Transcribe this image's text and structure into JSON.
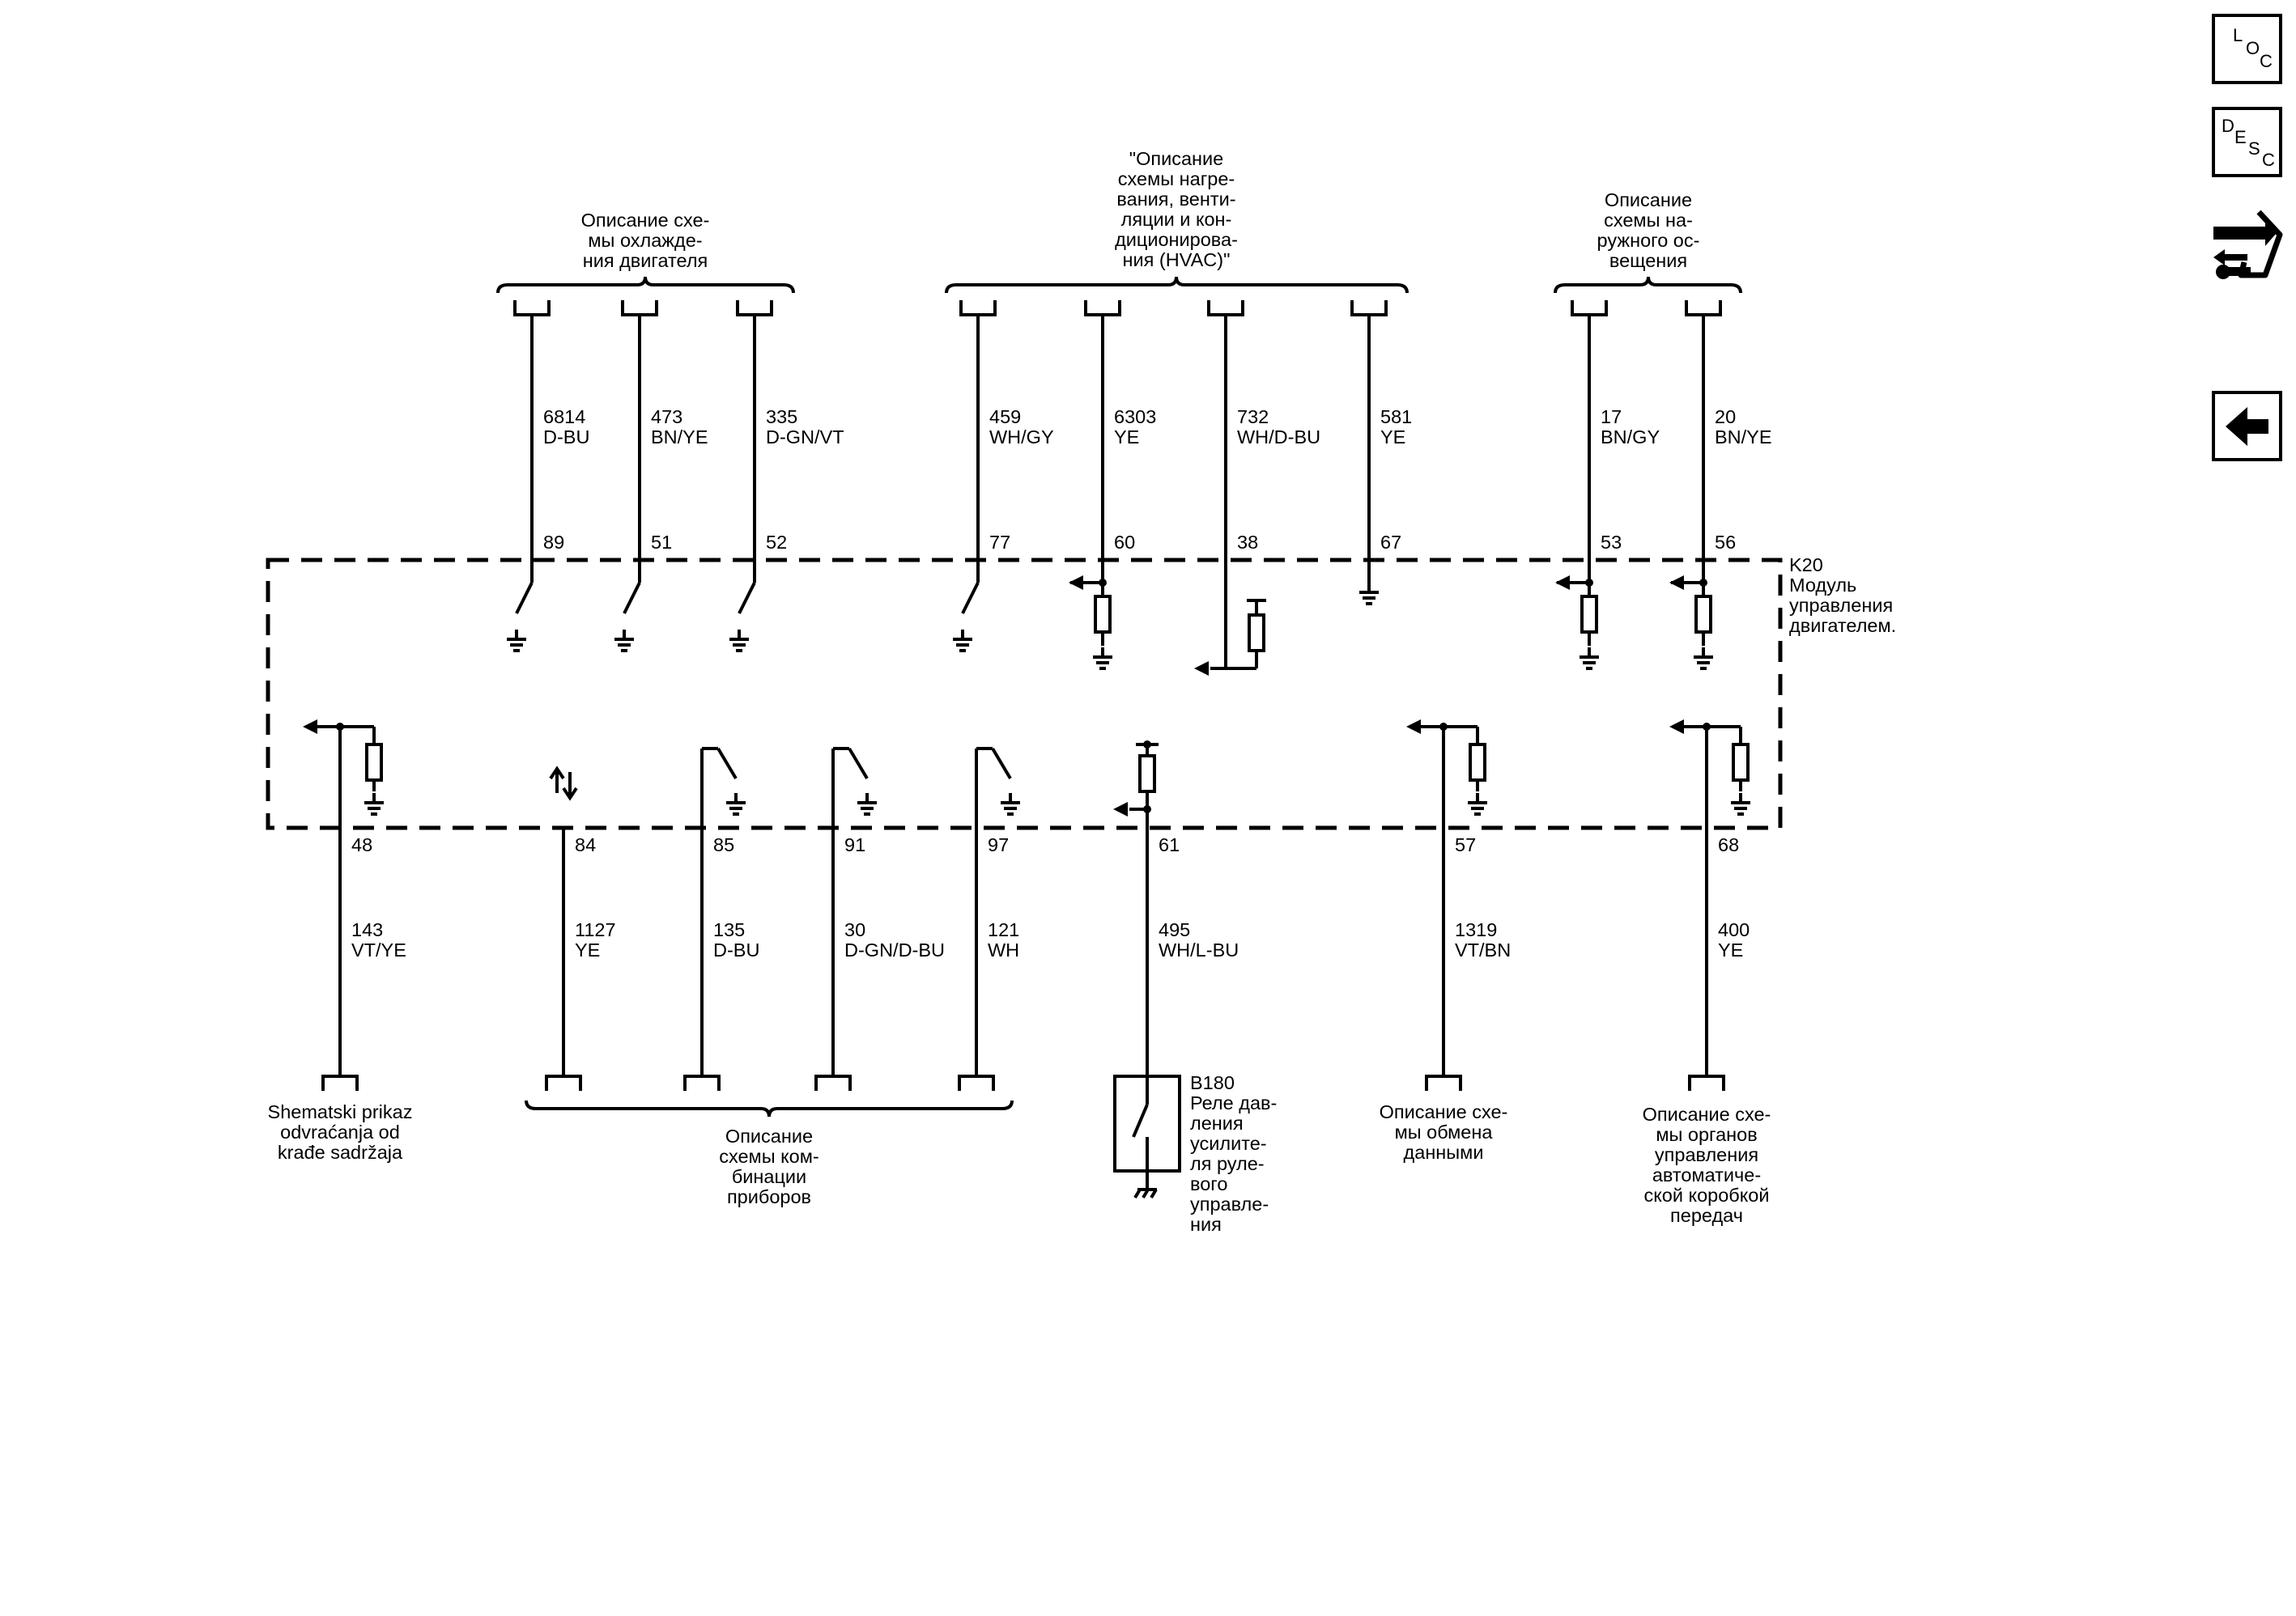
{
  "nav": {
    "loc": {
      "letters": [
        "L",
        "O",
        "C"
      ]
    },
    "desc": {
      "letters": [
        "D",
        "E",
        "S",
        "C"
      ]
    }
  },
  "module": {
    "code": "K20",
    "name": [
      "Модуль",
      "управления",
      "двигателем."
    ]
  },
  "top_groups": [
    {
      "label": [
        "Описание схе-",
        "мы охлажде-",
        "ния двигателя"
      ]
    },
    {
      "label": [
        "\"Описание",
        "схемы нагре-",
        "вания, венти-",
        "ляции и кон-",
        "диционирова-",
        "ния (HVAC)\""
      ]
    },
    {
      "label": [
        "Описание",
        "схемы на-",
        "ружного ос-",
        "вещения"
      ]
    }
  ],
  "top_wires": [
    {
      "circuit": "6814",
      "color": "D-BU",
      "pin": "89"
    },
    {
      "circuit": "473",
      "color": "BN/YE",
      "pin": "51"
    },
    {
      "circuit": "335",
      "color": "D-GN/VT",
      "pin": "52"
    },
    {
      "circuit": "459",
      "color": "WH/GY",
      "pin": "77"
    },
    {
      "circuit": "6303",
      "color": "YE",
      "pin": "60"
    },
    {
      "circuit": "732",
      "color": "WH/D-BU",
      "pin": "38"
    },
    {
      "circuit": "581",
      "color": "YE",
      "pin": "67"
    },
    {
      "circuit": "17",
      "color": "BN/GY",
      "pin": "53"
    },
    {
      "circuit": "20",
      "color": "BN/YE",
      "pin": "56"
    }
  ],
  "bottom_wires": [
    {
      "circuit": "143",
      "color": "VT/YE",
      "pin": "48"
    },
    {
      "circuit": "1127",
      "color": "YE",
      "pin": "84"
    },
    {
      "circuit": "135",
      "color": "D-BU",
      "pin": "85"
    },
    {
      "circuit": "30",
      "color": "D-GN/D-BU",
      "pin": "91"
    },
    {
      "circuit": "121",
      "color": "WH",
      "pin": "97"
    },
    {
      "circuit": "495",
      "color": "WH/L-BU",
      "pin": "61"
    },
    {
      "circuit": "1319",
      "color": "VT/BN",
      "pin": "57"
    },
    {
      "circuit": "400",
      "color": "YE",
      "pin": "68"
    }
  ],
  "bottom_labels": {
    "theft": [
      "Shematski prikaz",
      "odvraćanja od",
      "krađe sadržaja"
    ],
    "cluster": [
      "Описание",
      "схемы ком-",
      "бинации",
      "приборов"
    ],
    "data": [
      "Описание схе-",
      "мы обмена",
      "данными"
    ],
    "trans": [
      "Описание схе-",
      "мы органов",
      "управления",
      "автоматиче-",
      "ской коробкой",
      "передач"
    ]
  },
  "sensor": {
    "code": "B180",
    "name": [
      "Реле дав-",
      "ления",
      "усилите-",
      "ля руле-",
      "вого",
      "управле-",
      "ния"
    ]
  }
}
